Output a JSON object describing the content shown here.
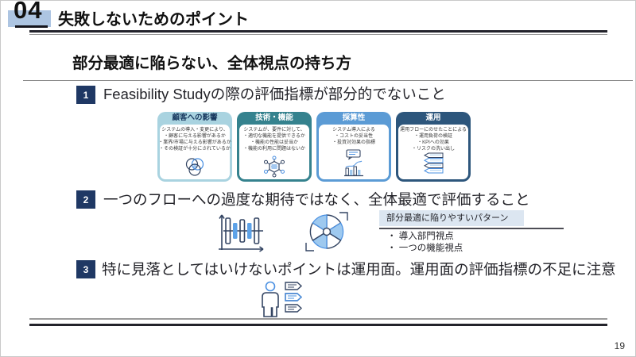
{
  "header": {
    "number": "04",
    "title": "失敗しないためのポイント"
  },
  "section": {
    "title": "部分最適に陥らない、全体視点の持ち方"
  },
  "points": [
    {
      "num": "1",
      "text": "Feasibility Studyの際の評価指標が部分的でないこと"
    },
    {
      "num": "2",
      "text": "一つのフローへの過度な期待ではなく、全体最適で評価すること"
    },
    {
      "num": "3",
      "text": "特に見落としてはいけないポイントは運用面。運用面の評価指標の不足に注意"
    }
  ],
  "cards": [
    {
      "title": "顧客への影響",
      "lines": [
        "システムの導入・変更により、",
        "・顧客に与える影響があるか",
        "・業界/市場に与える影響があるか",
        "・その検証が十分にされているか"
      ],
      "icon": "venn-diagram-icon"
    },
    {
      "title": "技術・機能",
      "lines": [
        "システムが、要件に対して、",
        "・適切な機能を提供できるか",
        "・機能の性能は妥当か",
        "・機能の利用に問題はないか"
      ],
      "icon": "molecule-network-icon"
    },
    {
      "title": "採算性",
      "lines": [
        "システム導入による",
        "・コストの妥当性",
        "・投資対効果の指標"
      ],
      "icon": "bar-chart-comment-icon"
    },
    {
      "title": "運用",
      "lines": [
        "運用フローにのせたことによる",
        "・運用負荷の検証",
        "・KPIへの効果",
        "・リスクの洗い出し"
      ],
      "icon": "tag-list-icon"
    }
  ],
  "pattern_box": {
    "title": "部分最適に陥りやすいパターン",
    "items": [
      "・ 導入部門視点",
      "・ 一つの機能視点"
    ]
  },
  "icons": {
    "flow_evaluation": "deviation-chart-icon",
    "overall_optimum": "pinwheel-icon",
    "operation_focus": "person-checklist-icon"
  },
  "footer": {
    "page_number": "19"
  },
  "colors": {
    "header_highlight": "#adc5e2",
    "badge_navy": "#1f3864",
    "card_customer": "#a9d3e0",
    "card_tech": "#35828e",
    "card_profit": "#5b9bd5",
    "card_operation": "#2d567c",
    "pattern_header_bg": "#dce6f1",
    "icon_dark": "#344563",
    "icon_blue": "#4a90e2"
  }
}
